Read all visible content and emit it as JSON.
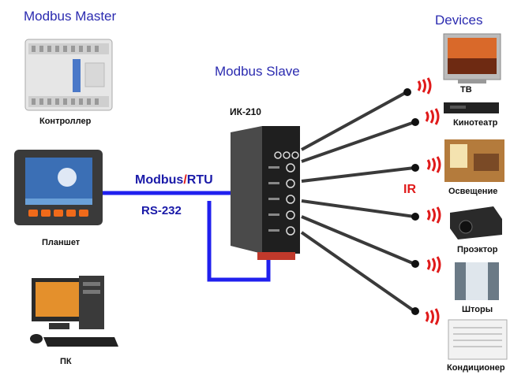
{
  "headings": {
    "master": "Modbus Master",
    "slave": "Modbus Slave",
    "devices": "Devices"
  },
  "master_devices": {
    "controller": "Контроллер",
    "tablet": "Планшет",
    "pc": "ПК"
  },
  "link": {
    "protocol_a": "Modbus",
    "protocol_sep": "/",
    "protocol_b": "RTU",
    "interface": "RS-232",
    "line_color": "#2020ee"
  },
  "slave_device": {
    "model": "ИК-210"
  },
  "ir": {
    "label": "IR",
    "color": "#e01a1a"
  },
  "target_devices": [
    {
      "label": "ТВ",
      "icon": "tv-icon"
    },
    {
      "label": "Кинотеатр",
      "icon": "home-theater-icon"
    },
    {
      "label": "Освещение",
      "icon": "lighting-icon"
    },
    {
      "label": "Проэктор",
      "icon": "projector-icon"
    },
    {
      "label": "Шторы",
      "icon": "curtains-icon"
    },
    {
      "label": "Кондиционер",
      "icon": "air-conditioner-icon"
    }
  ]
}
